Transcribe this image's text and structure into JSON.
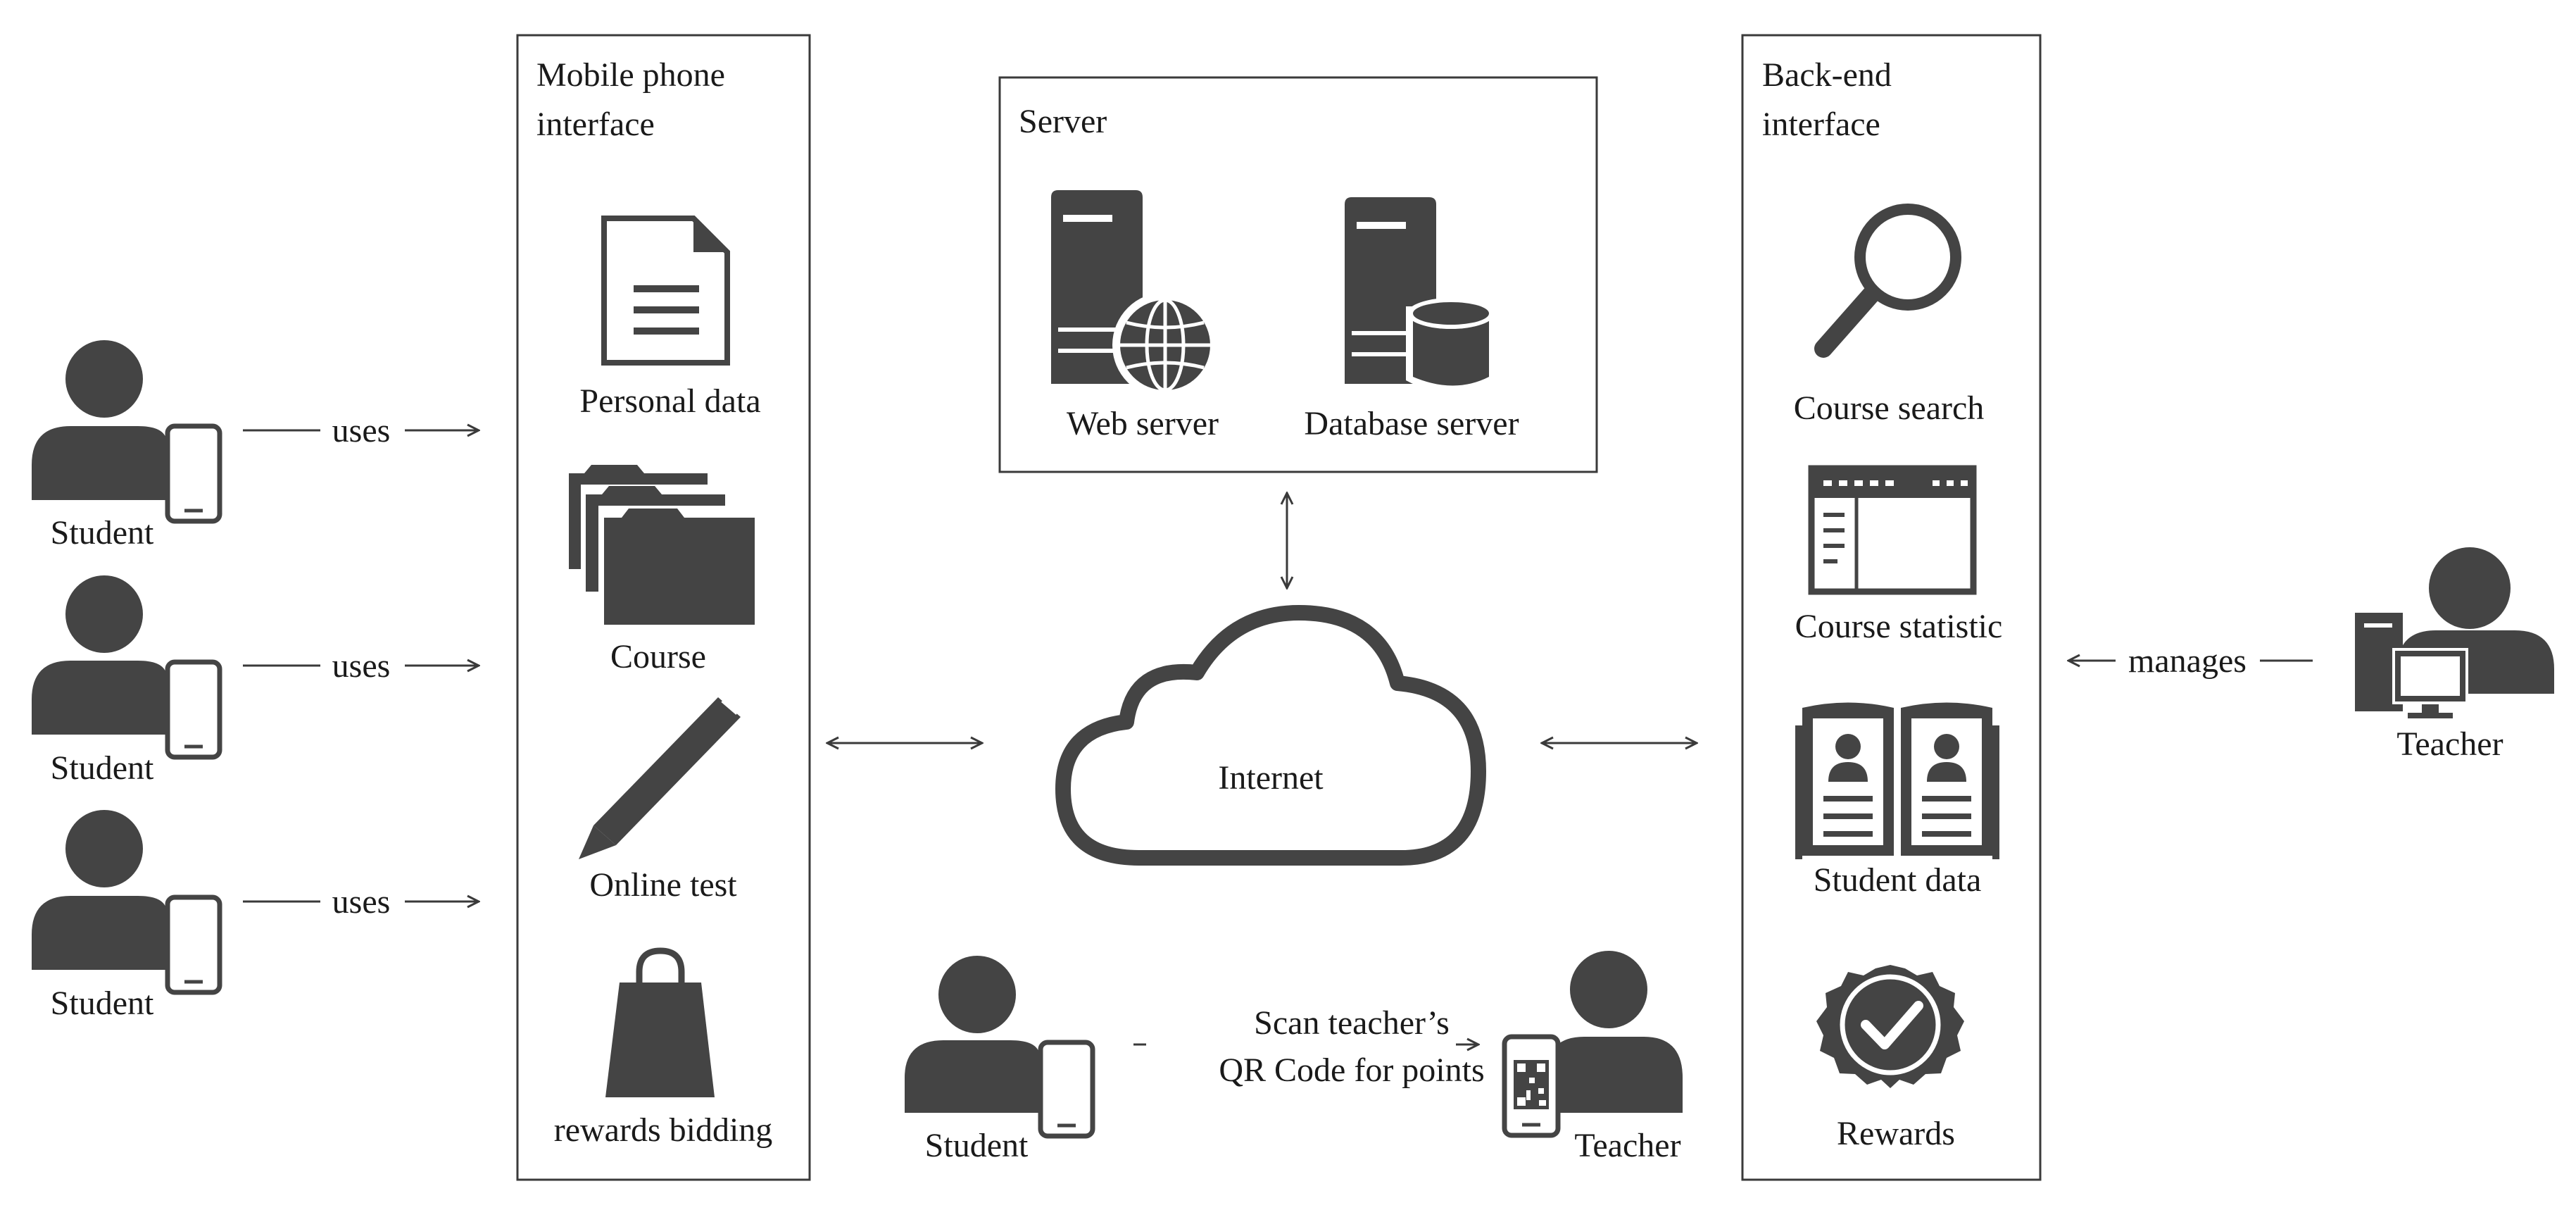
{
  "colors": {
    "icon": "#444444",
    "line": "#3a3a3a",
    "background": "#ffffff"
  },
  "left_users": [
    {
      "label": "Student",
      "edge": "uses"
    },
    {
      "label": "Student",
      "edge": "uses"
    },
    {
      "label": "Student",
      "edge": "uses"
    }
  ],
  "mobile": {
    "title_line1": "Mobile phone",
    "title_line2": "interface",
    "items": [
      {
        "label": "Personal data",
        "icon": "document-icon"
      },
      {
        "label": "Course",
        "icon": "folders-icon"
      },
      {
        "label": "Online test",
        "icon": "pencil-icon"
      },
      {
        "label": "rewards bidding",
        "icon": "shopping-bag-icon"
      }
    ]
  },
  "server": {
    "title": "Server",
    "items": [
      {
        "label": "Web server",
        "icon": "web-server-icon"
      },
      {
        "label": "Database server",
        "icon": "database-server-icon"
      }
    ]
  },
  "internet": {
    "label": "Internet",
    "icon": "cloud-icon"
  },
  "qr_flow": {
    "student": "Student",
    "teacher": "Teacher",
    "line1": "Scan teacher’s",
    "line2": "QR Code for points"
  },
  "backend": {
    "title_line1": "Back-end",
    "title_line2": "interface",
    "items": [
      {
        "label": "Course search",
        "icon": "magnifier-icon"
      },
      {
        "label": "Course statistic",
        "icon": "window-icon"
      },
      {
        "label": "Student data",
        "icon": "book-icon"
      },
      {
        "label": "Rewards",
        "icon": "badge-icon"
      }
    ]
  },
  "right_user": {
    "label": "Teacher",
    "edge": "manages"
  }
}
